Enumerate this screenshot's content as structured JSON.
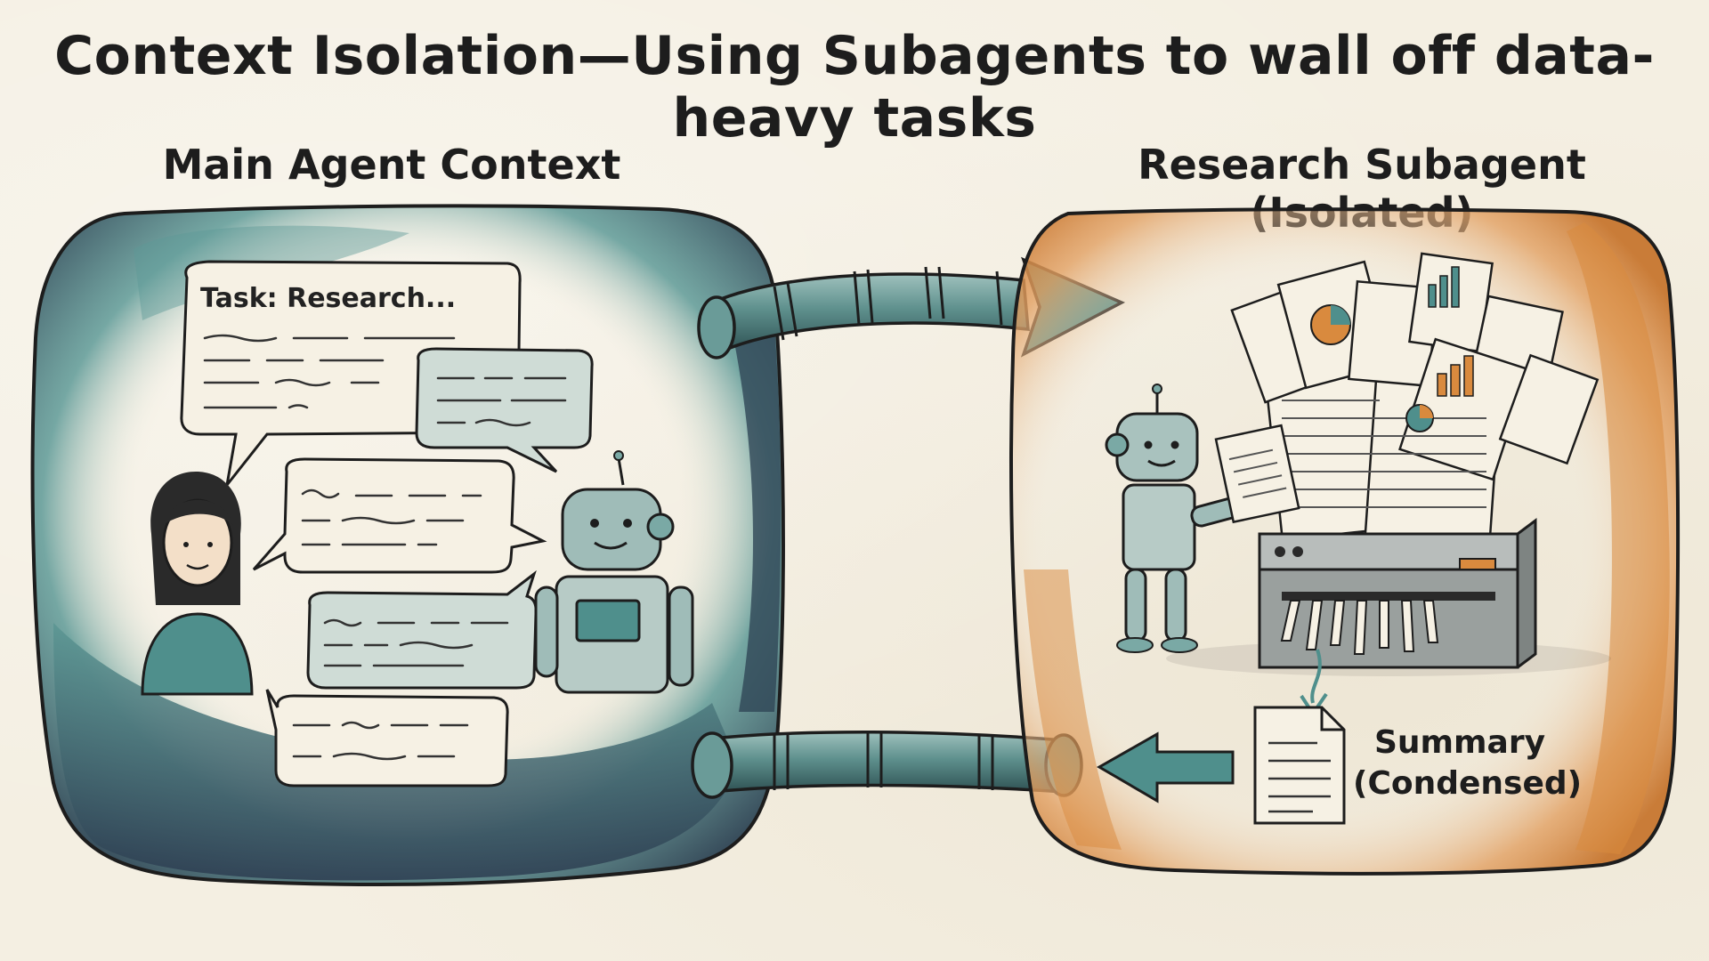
{
  "title": "Context Isolation—Using Subagents to wall off data-heavy tasks",
  "panels": {
    "main": {
      "label": "Main Agent Context"
    },
    "subagent": {
      "label": "Research Subagent (Isolated)"
    }
  },
  "bubbles": {
    "task": "Task: Research..."
  },
  "summary": {
    "line1": "Summary",
    "line2": "(Condensed)"
  },
  "colors": {
    "teal": "#4f8f8c",
    "navy": "#2f3e52",
    "orange": "#d98a3e",
    "paper": "#f4efe2",
    "ink": "#1d1d1d"
  },
  "icons": {
    "user": "person-icon",
    "main_agent": "robot-icon",
    "subagent": "robot-icon",
    "documents": "document-stack-icon",
    "shredder": "shredder-icon",
    "summary_doc": "document-icon",
    "pipe_out": "arrow-right-icon",
    "pipe_in": "arrow-left-icon"
  }
}
